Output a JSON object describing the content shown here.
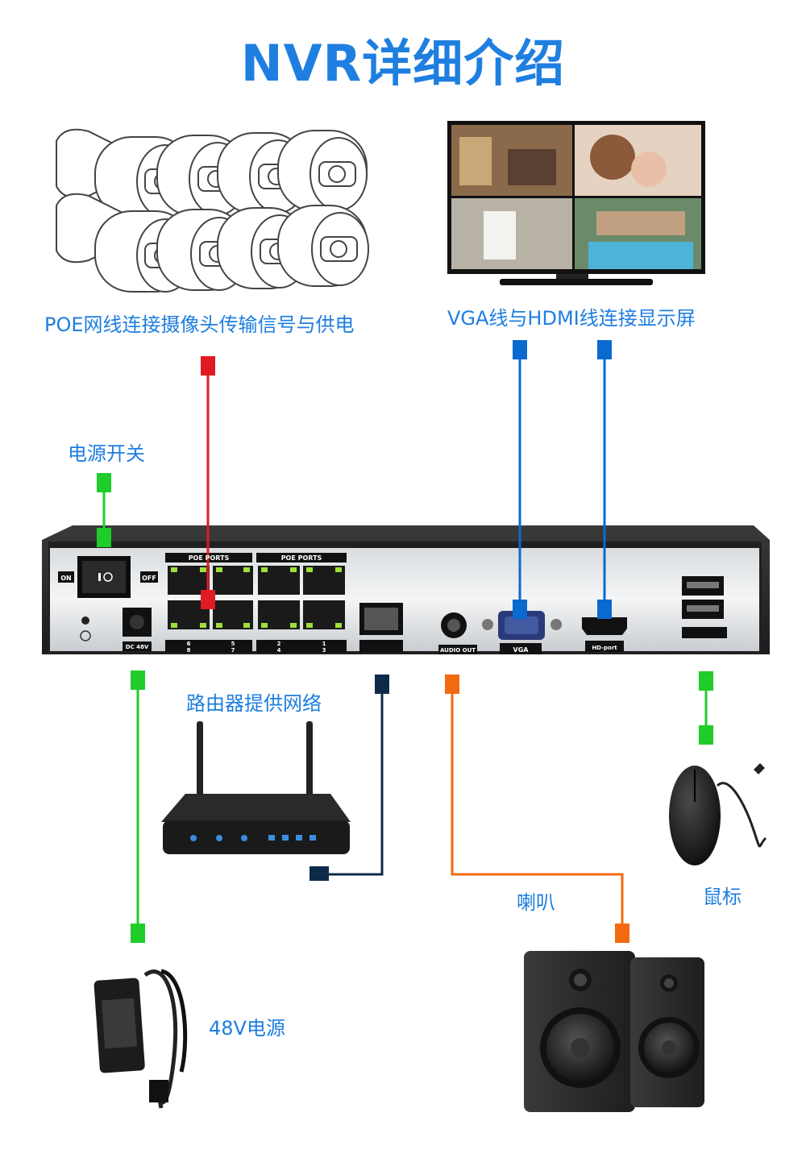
{
  "title": "NVR详细介绍",
  "labels": {
    "poe_cameras": "POE网线连接摄像头传输信号与供电",
    "display": "VGA线与HDMI线连接显示屏",
    "power_switch": "电源开关",
    "router": "路由器提供网络",
    "speaker": "喇叭",
    "mouse": "鼠标",
    "power_adapter": "48V电源"
  },
  "panel": {
    "on": "ON",
    "off": "OFF",
    "poe_ports_left": "POE PORTS",
    "poe_ports_right": "POE PORTS",
    "port_top_numbers": [
      "6",
      "5",
      "2",
      "1"
    ],
    "port_bottom_numbers": [
      "8",
      "7",
      "4",
      "3"
    ],
    "dc": "DC 48V",
    "audio_out": "AUDIO OUT",
    "vga": "VGA",
    "hd_port": "HD-port"
  },
  "colors": {
    "title": "#1f7fe0",
    "label": "#1e7ee0",
    "red": "#e01b24",
    "blue": "#0a6ad0",
    "green": "#1fcc2a",
    "navy": "#0e2a4a",
    "orange": "#f26a10"
  }
}
